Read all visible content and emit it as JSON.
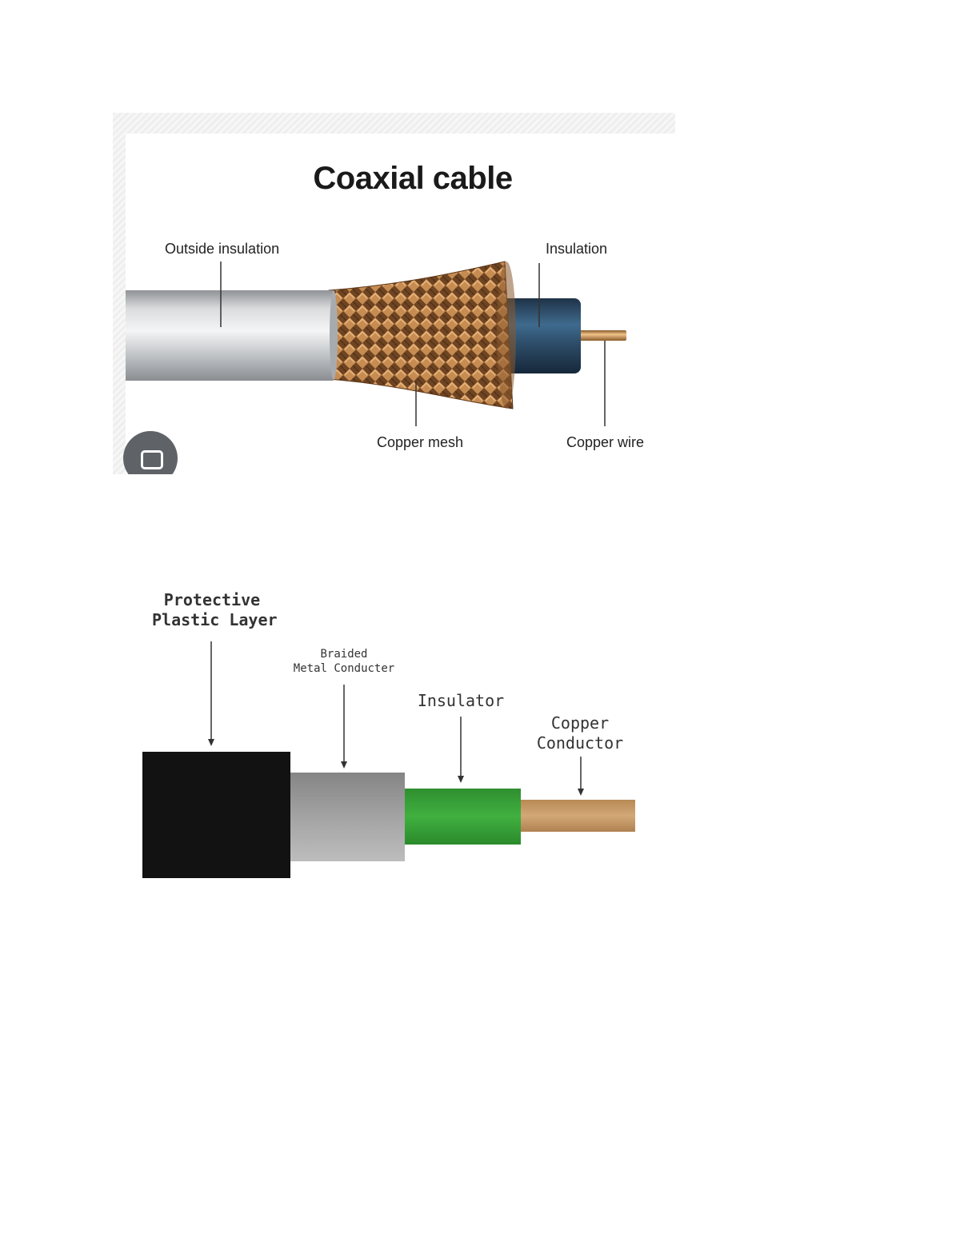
{
  "figure1": {
    "title": "Coaxial cable",
    "labels": {
      "outside_insulation": "Outside insulation",
      "insulation": "Insulation",
      "copper_mesh": "Copper mesh",
      "copper_wire": "Copper wire"
    }
  },
  "figure2": {
    "labels": {
      "protective_line1": "Protective",
      "protective_line2": "Plastic Layer",
      "braided_line1": "Braided",
      "braided_line2": "Metal Conducter",
      "insulator": "Insulator",
      "copper_line1": "Copper",
      "copper_line2": "Conductor"
    }
  },
  "colors": {
    "outer_jacket": "#b9bcbf",
    "copper": "#b07a45",
    "inner_insulation": "#2e4f6b",
    "black_layer": "#111111",
    "grey_layer": "#9a9a9a",
    "green_insulator": "#3aa33a",
    "copper_core": "#c8a070"
  },
  "icons": {
    "badge": "image-search-icon"
  }
}
